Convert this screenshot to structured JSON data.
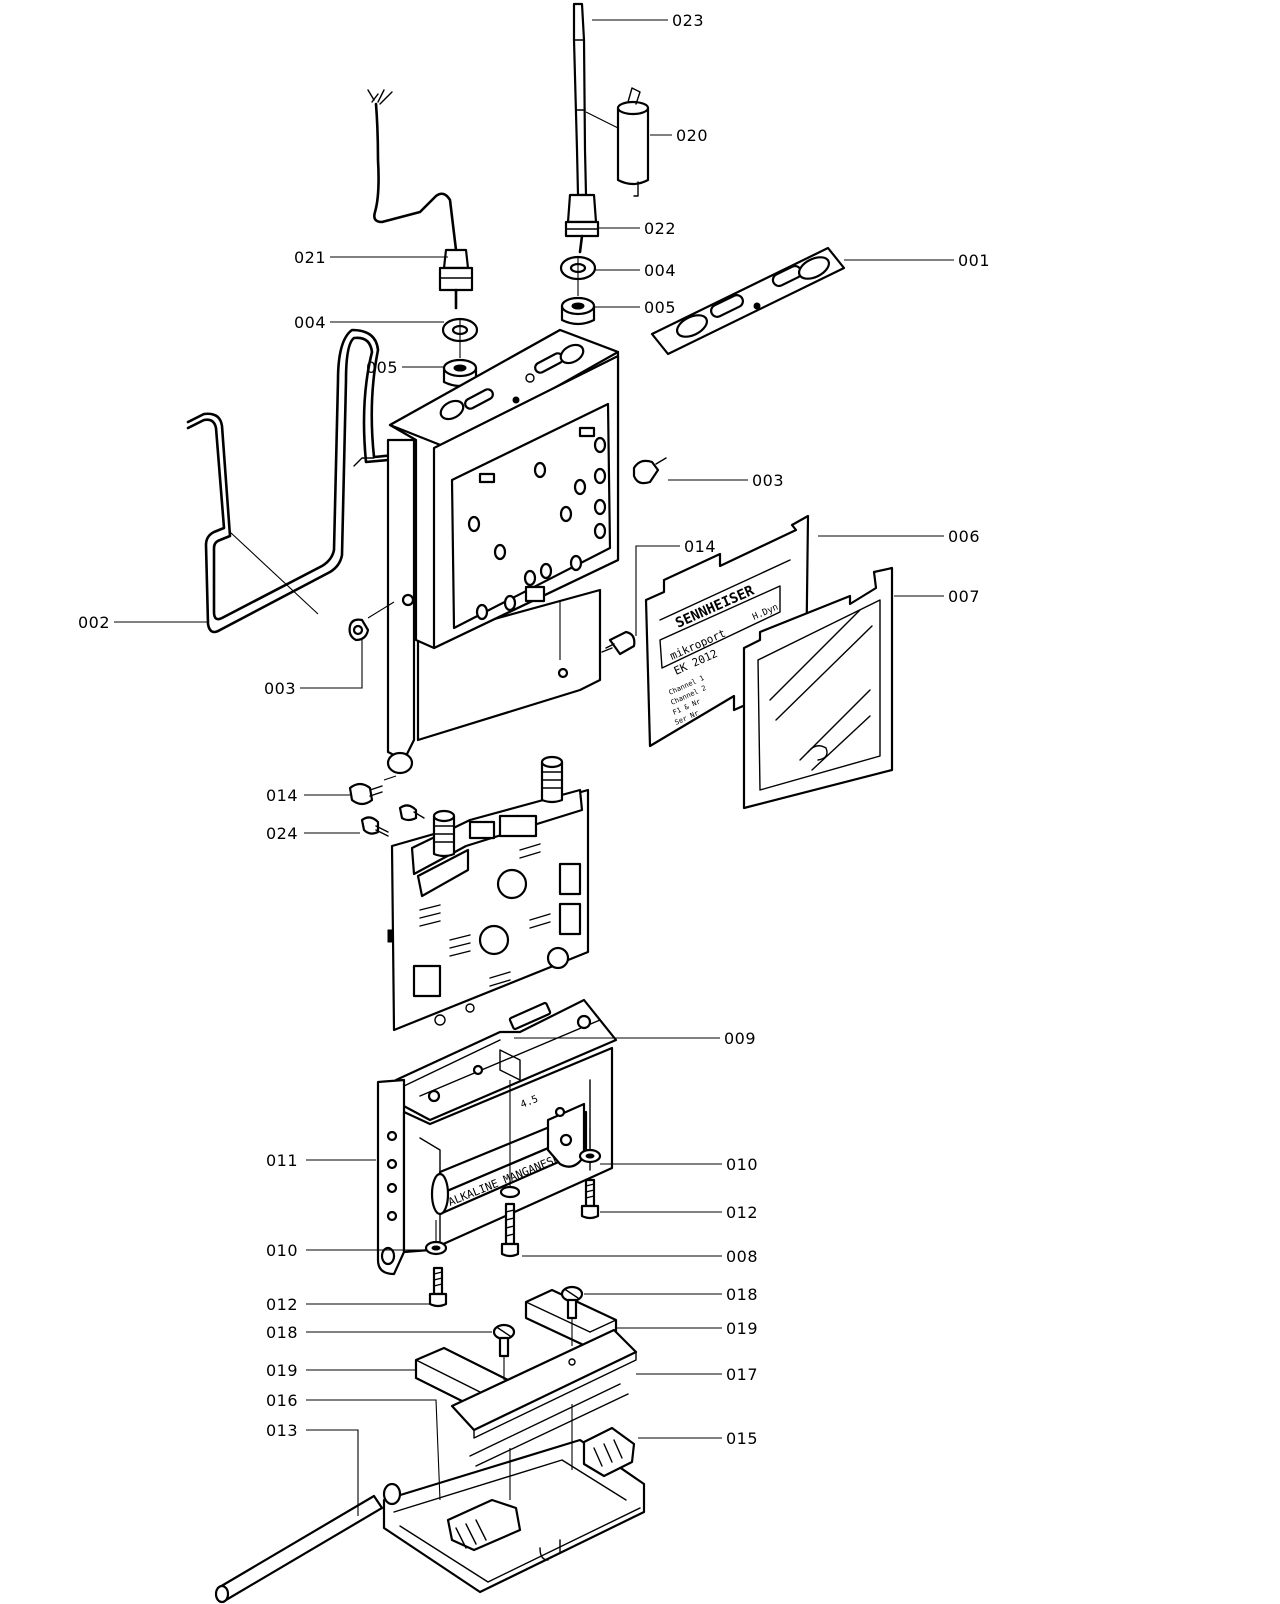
{
  "diagram": {
    "brand_text": "SENNHEISER",
    "model_line1": "mikroport",
    "model_line2": "EK 2012",
    "tag_text": "H.Dyn",
    "info_lines": [
      "Channel 1",
      "Channel 2",
      "F1 & Nr",
      "Ser Nr"
    ],
    "battery_text": "ALKALINE MANGANESE",
    "battery_mark": "4.5",
    "labels": {
      "l023": "023",
      "l020": "020",
      "l022": "022",
      "l001": "001",
      "l021": "021",
      "l004a": "004",
      "l004b": "004",
      "l005a": "005",
      "l005b": "005",
      "l003a": "003",
      "l003b": "003",
      "l006": "006",
      "l014a": "014",
      "l007": "007",
      "l002": "002",
      "l014b": "014",
      "l024": "024",
      "l009": "009",
      "l011": "011",
      "l010a": "010",
      "l012a": "012",
      "l010b": "010",
      "l008": "008",
      "l018a": "018",
      "l012b": "012",
      "l019a": "019",
      "l018b": "018",
      "l017": "017",
      "l019b": "019",
      "l016": "016",
      "l015": "015",
      "l013": "013"
    }
  }
}
